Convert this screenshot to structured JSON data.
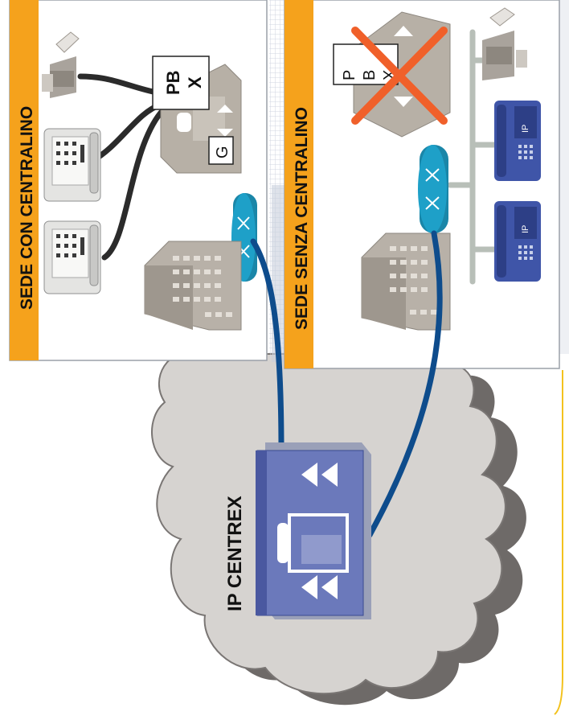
{
  "diagram": {
    "site_with_pbx": {
      "title": "SEDE CON CENTRALINO",
      "pbx_label_line1": "PB",
      "pbx_label_line2": "X",
      "gateway_label": "G"
    },
    "site_without_pbx": {
      "title": "SEDE SENZA CENTRALINO",
      "pbx_label_line1": "P",
      "pbx_label_line2": "B",
      "pbx_label_line3": "X",
      "ip_phone_1_label": "IP",
      "ip_phone_2_label": "IP"
    },
    "cloud": {
      "title": "IP CENTREX"
    },
    "colors": {
      "title_bar": "#f5a21c",
      "cloud": "#d6d3d0",
      "cloud_shadow": "#6e6a68",
      "link_blue": "#0e4c8c",
      "router": "#1ea0c8",
      "ip_phone": "#3f55a8",
      "centrex": "#6b79bb",
      "cancel_cross": "#f0602a",
      "lan_bus": "#b8bfb8"
    }
  }
}
